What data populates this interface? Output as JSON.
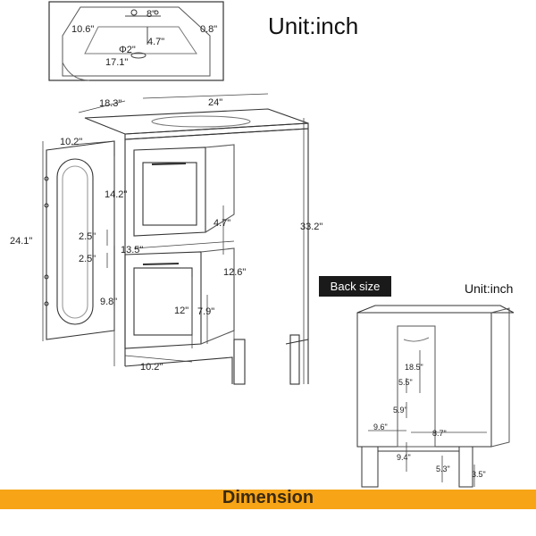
{
  "unit_title": "Unit:inch",
  "back_size_label": "Back size",
  "unit_title_back": "Unit:inch",
  "banner_label": "Dimension",
  "sink_inset": {
    "width_top": "8\"",
    "depth": "10.6\"",
    "drain_offset": "4.7\"",
    "lip": "0.8\"",
    "drain_diameter": "Φ2\"",
    "basin_width": "17.1\""
  },
  "front_view": {
    "depth": "18.3\"",
    "width": "24\"",
    "door_width": "10.2\"",
    "upper_drawer_height": "14.2\"",
    "door_height": "24.1\"",
    "drawer_gap_upper": "2.5\"",
    "drawer_gap_lower": "2.5\"",
    "drawer_width": "13.5\"",
    "upper_drawer_depth": "4.7\"",
    "total_height": "33.2\"",
    "lower_drawer_depth": "12.6\"",
    "toe_height": "9.8\"",
    "lower_drawer_height": "12\"",
    "lower_drawer_inner": "7.9\"",
    "bottom_width": "10.2\""
  },
  "back_view": {
    "opening_height": "18.5\"",
    "upper_gap": "5.5\"",
    "lower_gap": "5.9\"",
    "left_offset": "9.6\"",
    "right_offset": "8.7\"",
    "bottom_height": "9.4\"",
    "leg_offset": "5.3\"",
    "leg_width": "3.5\""
  },
  "colors": {
    "banner": "#f7a416",
    "banner_text": "#3a2a10",
    "label_bg": "#1a1a1a"
  }
}
